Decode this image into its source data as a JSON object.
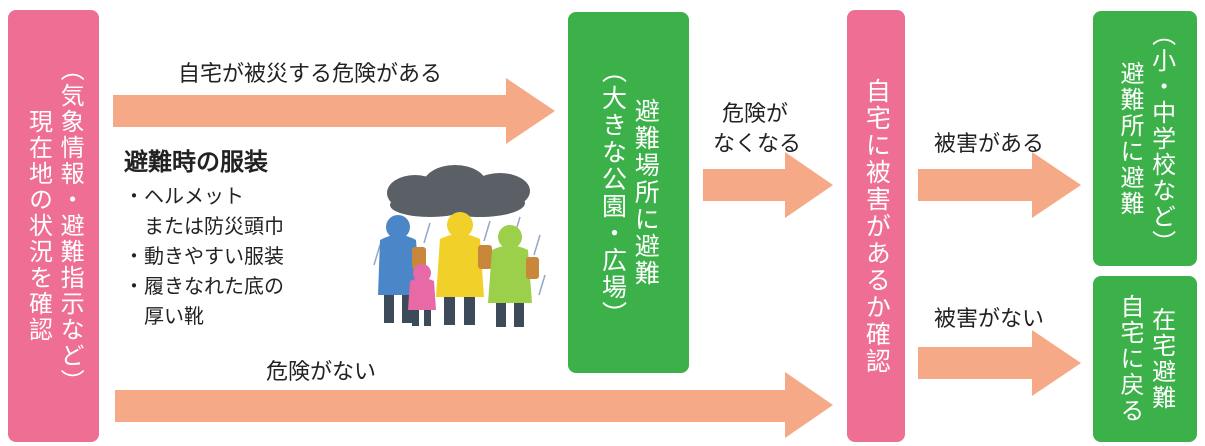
{
  "box_left": {
    "main": "現在地の状況を確認",
    "sub": "（気象情報・避難指示など）"
  },
  "box_park": {
    "main": "避難場所に避難",
    "sub": "（大きな公園・広場）"
  },
  "box_check": {
    "main": "自宅に被害があるか確認"
  },
  "box_school": {
    "main": "避難所に避難",
    "sub": "（小・中学校など）"
  },
  "box_home": {
    "col1": "在宅避難",
    "col2": "自宅に戻る"
  },
  "arrows": {
    "danger": "自宅が被災する危険がある",
    "safe_line1": "危険が",
    "safe_line2": "なくなる",
    "damage": "被害がある",
    "no_damage": "被害がない",
    "no_danger": "危険がない"
  },
  "clothing": {
    "title": "避難時の服装",
    "items": [
      "・ヘルメット",
      "　または防災頭巾",
      "・動きやすい服装",
      "・履きなれた底の",
      "　厚い靴"
    ]
  },
  "colors": {
    "pink": "#ee6f93",
    "green": "#3cb14a",
    "arrow": "#f5a987"
  }
}
